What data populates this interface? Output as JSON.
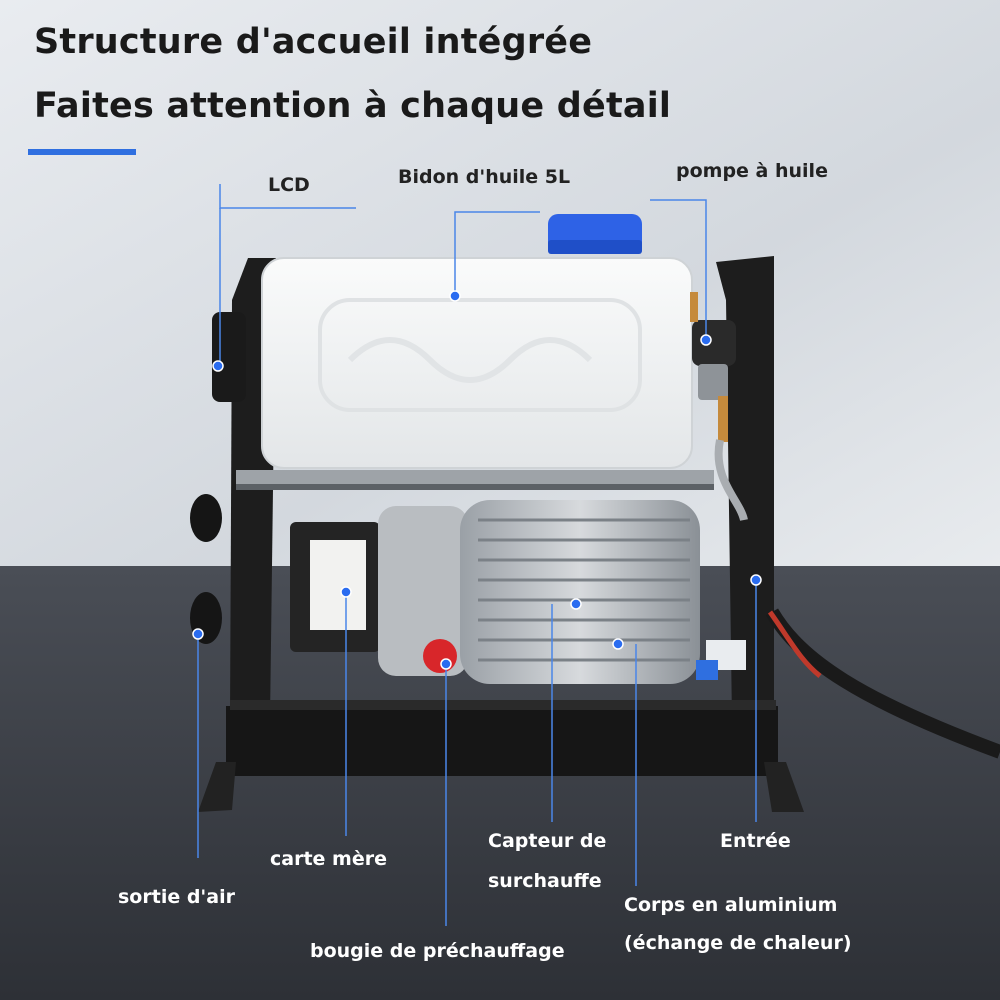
{
  "header": {
    "line1": "Structure d'accueil intégrée",
    "line2": "Faites attention à chaque détail"
  },
  "labels": {
    "lcd": "LCD",
    "tank": "Bidon d'huile 5L",
    "pump": "pompe à huile",
    "board": "carte mère",
    "air_out": "sortie d'air",
    "sensor_1": "Capteur de",
    "sensor_2": "surchauffe",
    "inlet": "Entrée",
    "alu_1": "Corps en aluminium",
    "alu_2": "(échange de chaleur)",
    "glow": "bougie de préchauffage"
  },
  "colors": {
    "accent": "#2f6fe0",
    "callout_dot": "#2a6cf0",
    "callout_line": "#4a86e8",
    "floor": "#3b3f47",
    "wall": "#dde1e6",
    "frame": "#1c1c1c",
    "tank": "#f4f5f6",
    "cap": "#2e62e6",
    "plug": "#d8262a"
  }
}
